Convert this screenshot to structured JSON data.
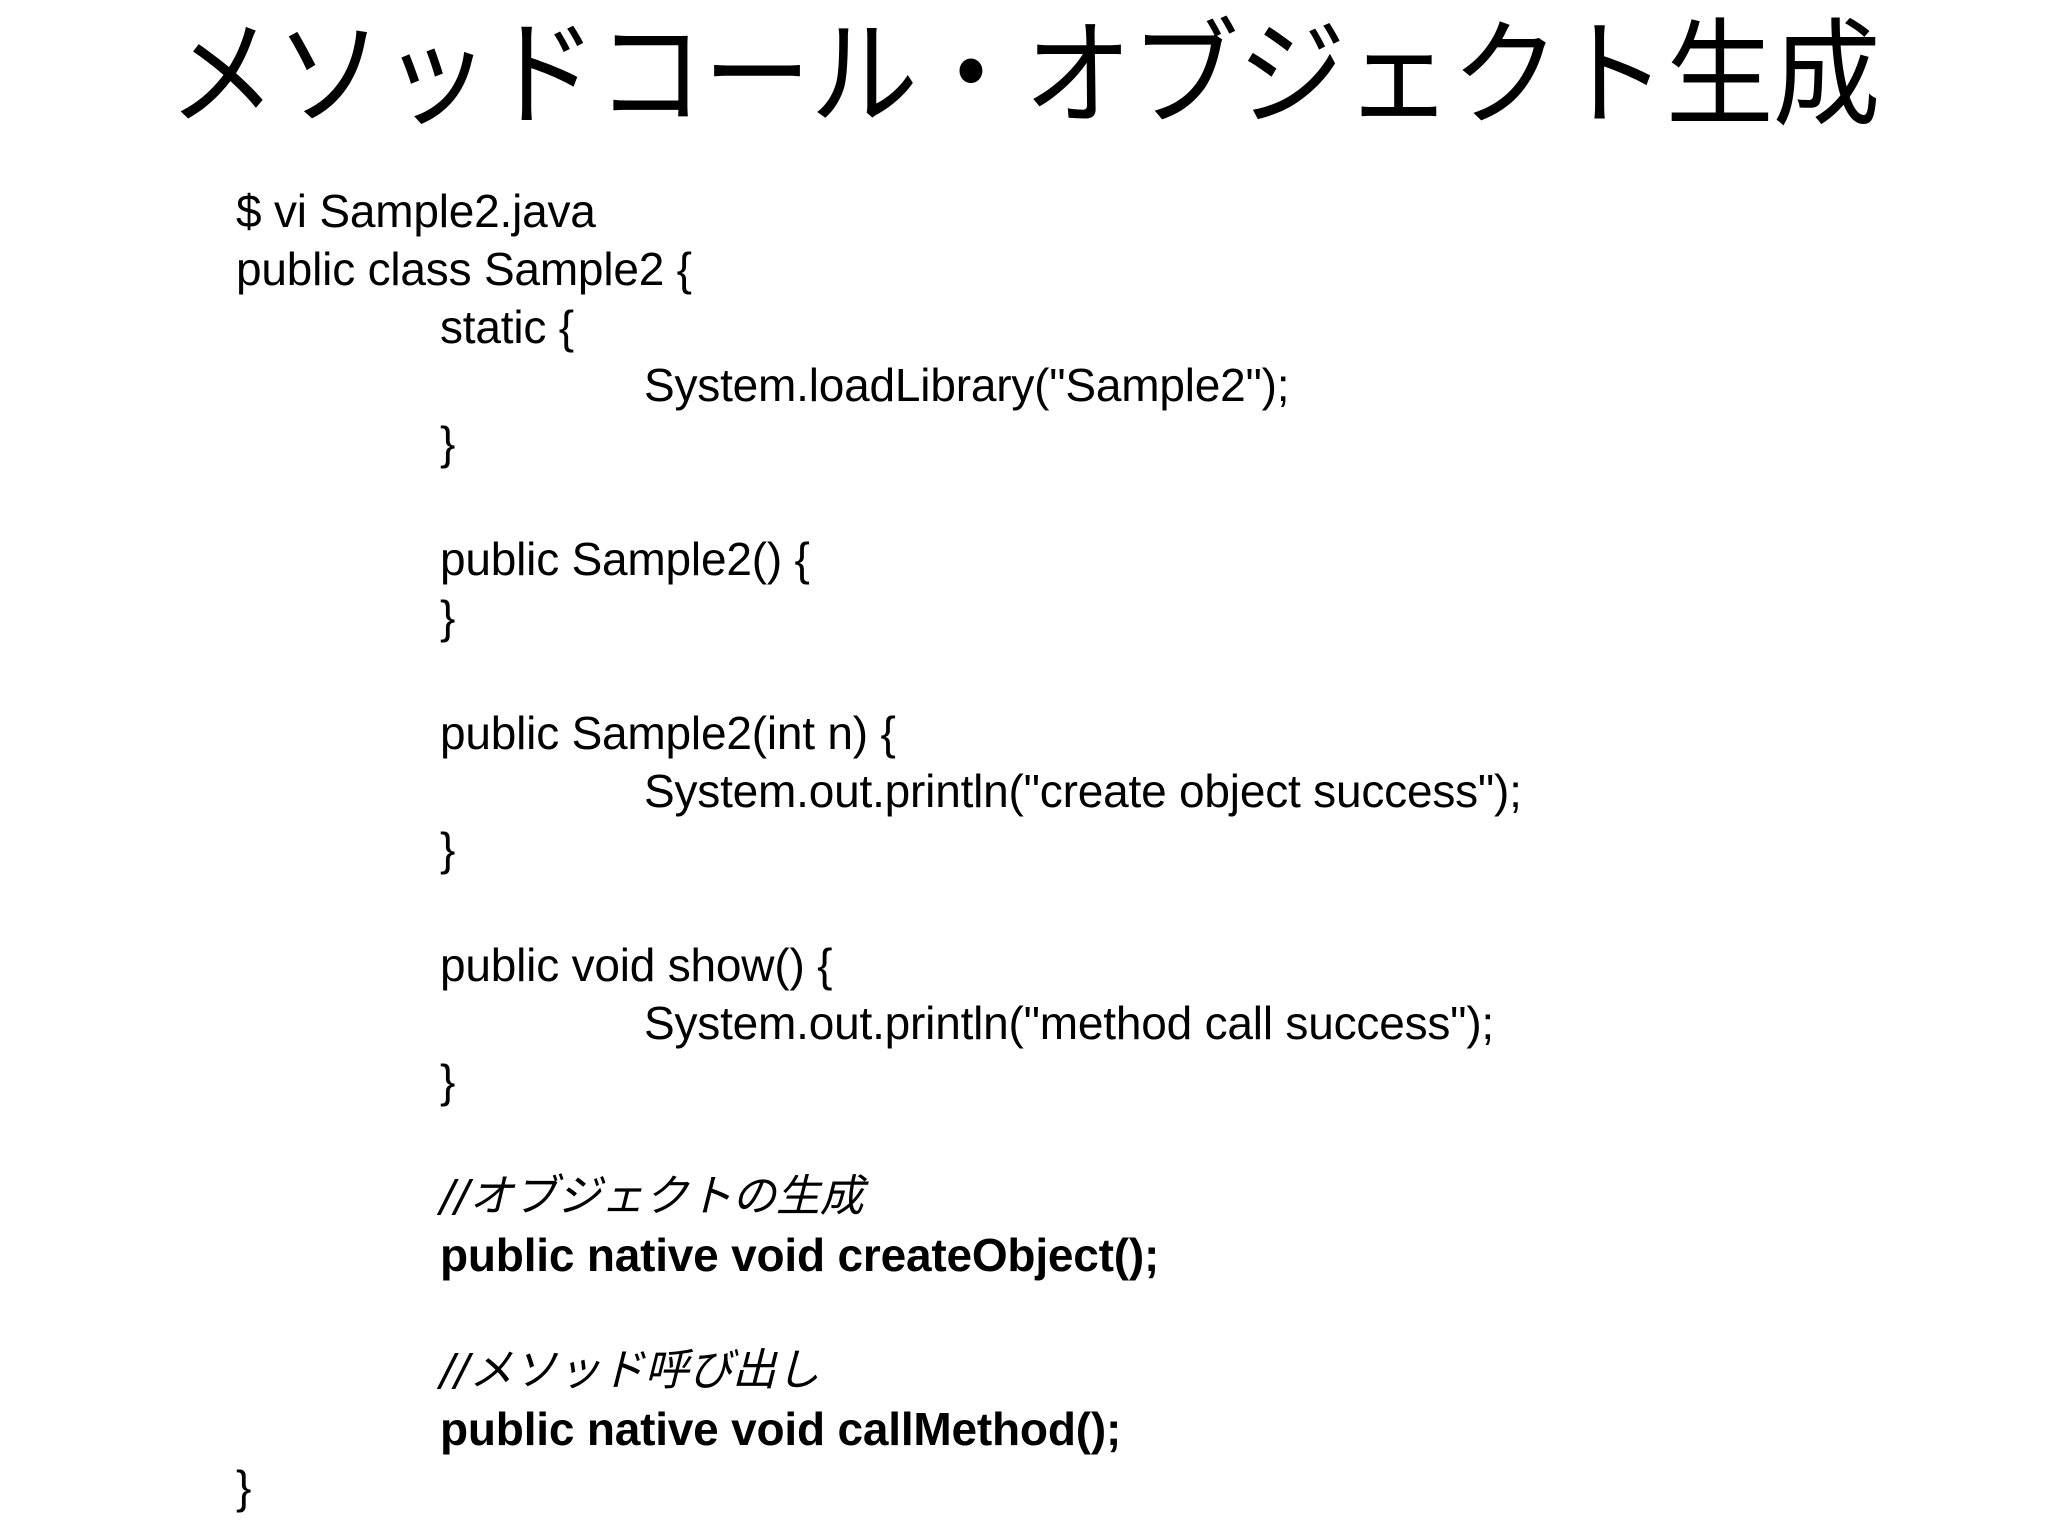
{
  "slide": {
    "title": "メソッドコール・オブジェクト生成",
    "code_lines": [
      {
        "text": "$ vi Sample2.java",
        "indent": 0,
        "style": "plain"
      },
      {
        "text": "public class Sample2 {",
        "indent": 0,
        "style": "plain"
      },
      {
        "text": "static {",
        "indent": 1,
        "style": "plain"
      },
      {
        "text": "System.loadLibrary(\"Sample2\");",
        "indent": 2,
        "style": "plain"
      },
      {
        "text": "}",
        "indent": 1,
        "style": "plain"
      },
      {
        "text": "",
        "indent": 0,
        "style": "blank"
      },
      {
        "text": "public Sample2() {",
        "indent": 1,
        "style": "plain"
      },
      {
        "text": "}",
        "indent": 1,
        "style": "plain"
      },
      {
        "text": "",
        "indent": 0,
        "style": "blank"
      },
      {
        "text": "public Sample2(int n) {",
        "indent": 1,
        "style": "plain"
      },
      {
        "text": "System.out.println(\"create object success\");",
        "indent": 2,
        "style": "plain"
      },
      {
        "text": "}",
        "indent": 1,
        "style": "plain"
      },
      {
        "text": "",
        "indent": 0,
        "style": "blank"
      },
      {
        "text": "public void show() {",
        "indent": 1,
        "style": "plain"
      },
      {
        "text": "System.out.println(\"method call success\");",
        "indent": 2,
        "style": "plain"
      },
      {
        "text": "}",
        "indent": 1,
        "style": "plain"
      },
      {
        "text": "",
        "indent": 0,
        "style": "blank"
      },
      {
        "text": "//オブジェクトの生成",
        "indent": 1,
        "style": "comment"
      },
      {
        "text": "public native void createObject();",
        "indent": 1,
        "style": "bold"
      },
      {
        "text": "",
        "indent": 0,
        "style": "blank"
      },
      {
        "text": "//メソッド呼び出し",
        "indent": 1,
        "style": "comment"
      },
      {
        "text": "public native void callMethod();",
        "indent": 1,
        "style": "bold"
      },
      {
        "text": "}",
        "indent": 0,
        "style": "plain"
      }
    ]
  },
  "colors": {
    "background": "#ffffff",
    "text": "#000000"
  }
}
